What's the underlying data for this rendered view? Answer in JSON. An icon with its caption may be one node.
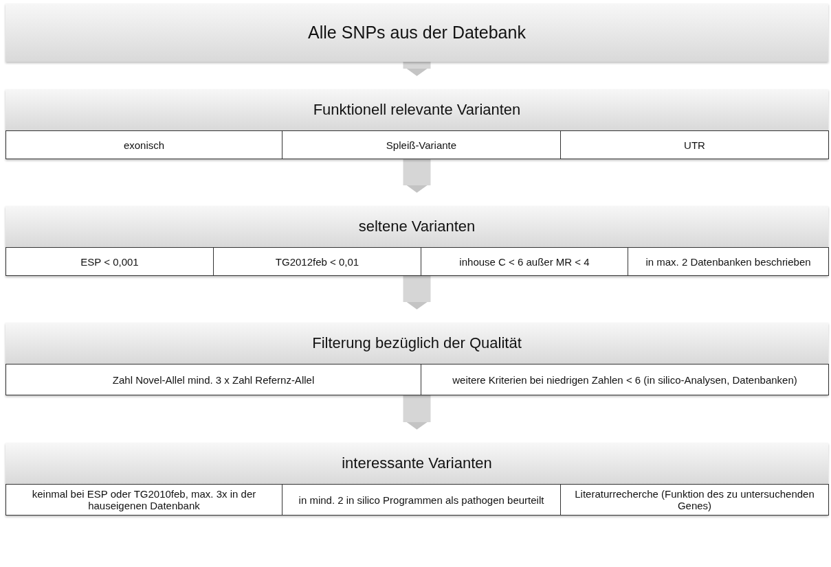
{
  "diagram": {
    "nodes": [
      {
        "text": [
          "Alle SNPs aus der Datebank"
        ]
      },
      {
        "text": [
          "Funktionell relevante Varianten"
        ]
      },
      {
        "text": [
          "exonisch"
        ],
        "in": 1
      },
      {
        "text": [
          "Spleiß-Variante"
        ],
        "in": 1
      },
      {
        "text": [
          "UTR"
        ],
        "in": 1
      },
      {
        "text": [
          "seltene Varianten"
        ]
      },
      {
        "text": [
          "ESP < 0,001"
        ],
        "in": 5
      },
      {
        "text": [
          "TG2012feb < 0,01"
        ],
        "in": 5
      },
      {
        "text": [
          "inhouse C < 6 außer MR < 4"
        ],
        "in": 5
      },
      {
        "text": [
          "in max. 2 Datenbanken beschrieben"
        ],
        "in": 5
      },
      {
        "text": [
          "Filterung bezüglich der Qualität"
        ]
      },
      {
        "text": [
          "Zahl Novel-Allel mind. 3 x Zahl Refernz-Allel"
        ],
        "in": 10
      },
      {
        "text": [
          "weitere Kriterien bei niedrigen Zahlen < 6 (in silico-Analysen, Datenbanken)"
        ],
        "in": 10
      },
      {
        "text": [
          "interessante Varianten"
        ]
      },
      {
        "text": [
          "keinmal bei ESP oder TG2010feb, max. 3x in der hauseigenen Datenbank"
        ],
        "in": 13
      },
      {
        "text": [
          "in mind. 2 in silico Programmen als pathogen beurteilt"
        ],
        "in": 13
      },
      {
        "text": [
          "Literaturrecherche (Funktion des zu untersuchenden Genes)"
        ],
        "in": 13
      }
    ],
    "edges": [
      {
        "from": 0,
        "to": 1,
        "arrow": "to"
      },
      {
        "from": 1,
        "to": 5,
        "arrow": "to"
      },
      {
        "from": 5,
        "to": 10,
        "arrow": "to"
      },
      {
        "from": 10,
        "to": 13,
        "arrow": "to"
      }
    ]
  }
}
